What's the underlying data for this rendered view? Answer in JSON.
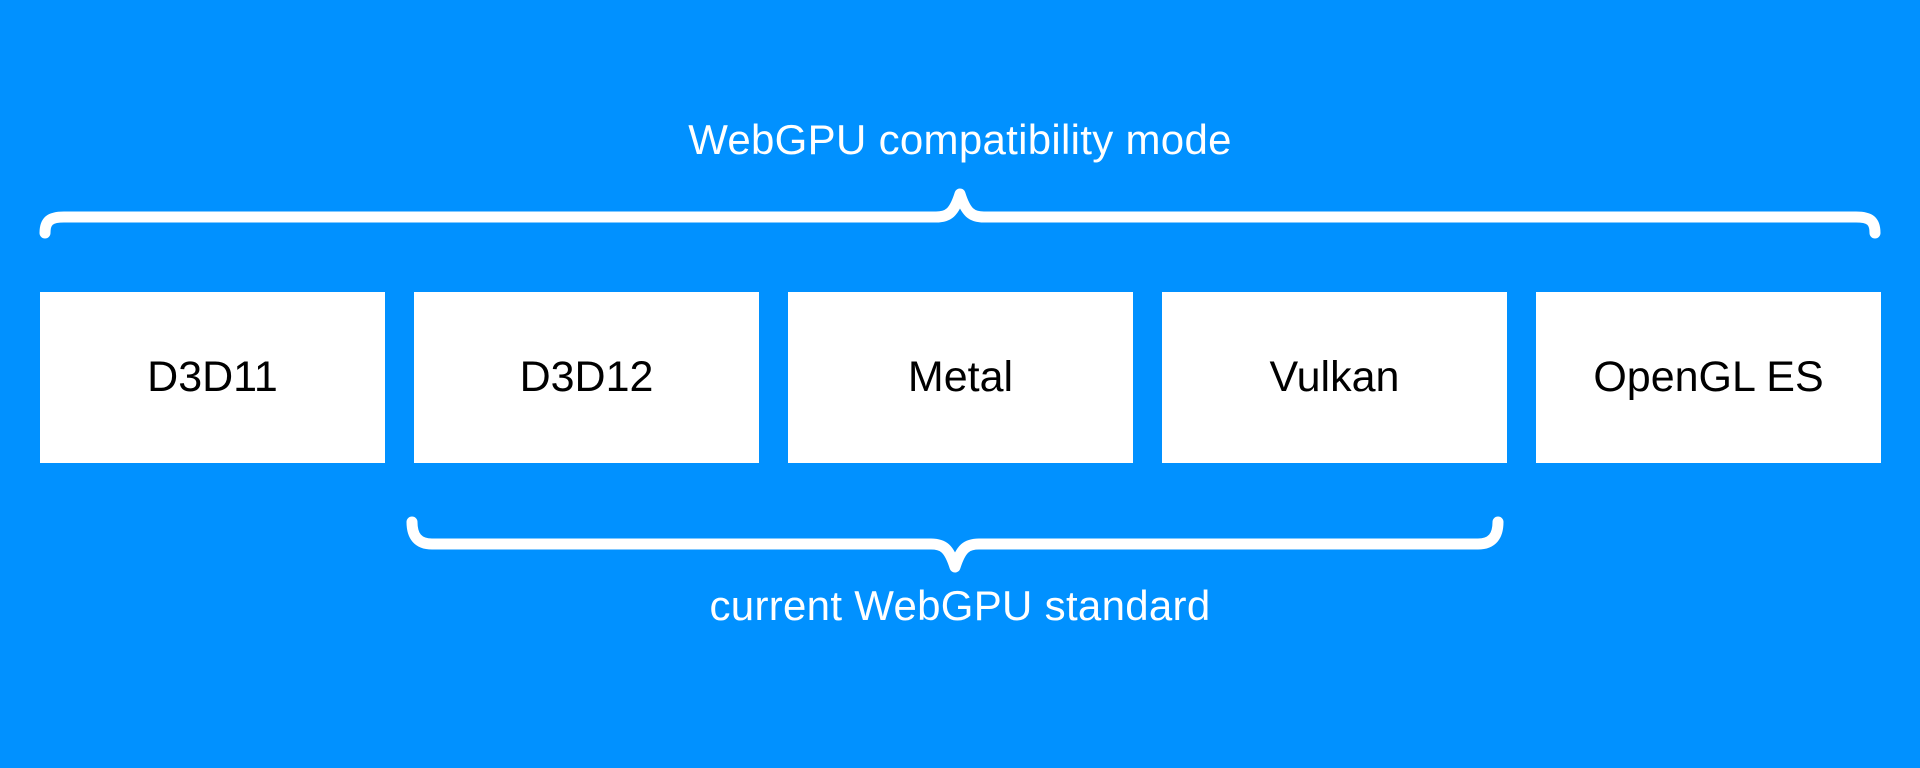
{
  "diagram": {
    "top_brace": {
      "label": "WebGPU compatibility mode",
      "spans": [
        "D3D11",
        "D3D12",
        "Metal",
        "Vulkan",
        "OpenGL ES"
      ]
    },
    "boxes": [
      {
        "label": "D3D11"
      },
      {
        "label": "D3D12"
      },
      {
        "label": "Metal"
      },
      {
        "label": "Vulkan"
      },
      {
        "label": "OpenGL ES"
      }
    ],
    "bottom_brace": {
      "label": "current WebGPU standard",
      "spans": [
        "D3D12",
        "Metal",
        "Vulkan"
      ]
    }
  },
  "colors": {
    "background": "#0191ff",
    "box_background": "#ffffff",
    "box_text": "#000000",
    "label_text": "#ffffff",
    "brace": "#ffffff"
  }
}
